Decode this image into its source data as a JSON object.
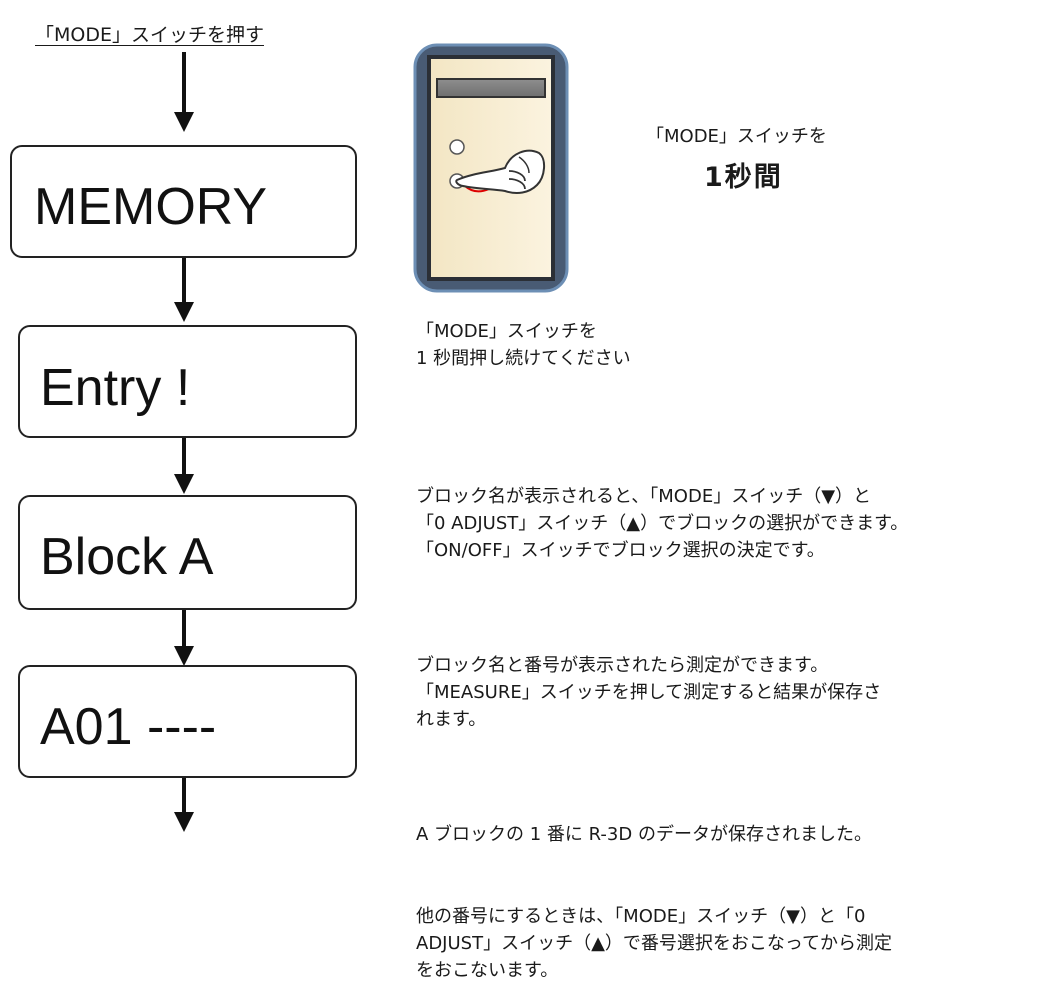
{
  "flow": {
    "top_label": "「MODE」スイッチを押す",
    "screens": [
      "MEMORY",
      "Entry !",
      "Block A",
      "A01 ----"
    ]
  },
  "device": {
    "note_line1": "「MODE」スイッチを",
    "note_line2": "1秒間"
  },
  "descriptions": {
    "entry": [
      "「MODE」スイッチを",
      "1 秒間押し続けてください"
    ],
    "block": [
      "ブロック名が表示されると、「MODE」スイッチ（▼）と",
      "「0 ADJUST」スイッチ（▲）でブロックの選択ができます。",
      "「ON/OFF」スイッチでブロック選択の決定です。"
    ],
    "measure": [
      "ブロック名と番号が表示されたら測定ができます。",
      "「MEASURE」スイッチを押して測定すると結果が保存さ",
      "れます。"
    ],
    "saved": "A ブロックの 1 番に R-3D のデータが保存されました。",
    "other": [
      "他の番号にするときは、「MODE」スイッチ（▼）と「0",
      "ADJUST」スイッチ（▲）で番号選択をおこなってから測定",
      "をおこないます。"
    ]
  }
}
